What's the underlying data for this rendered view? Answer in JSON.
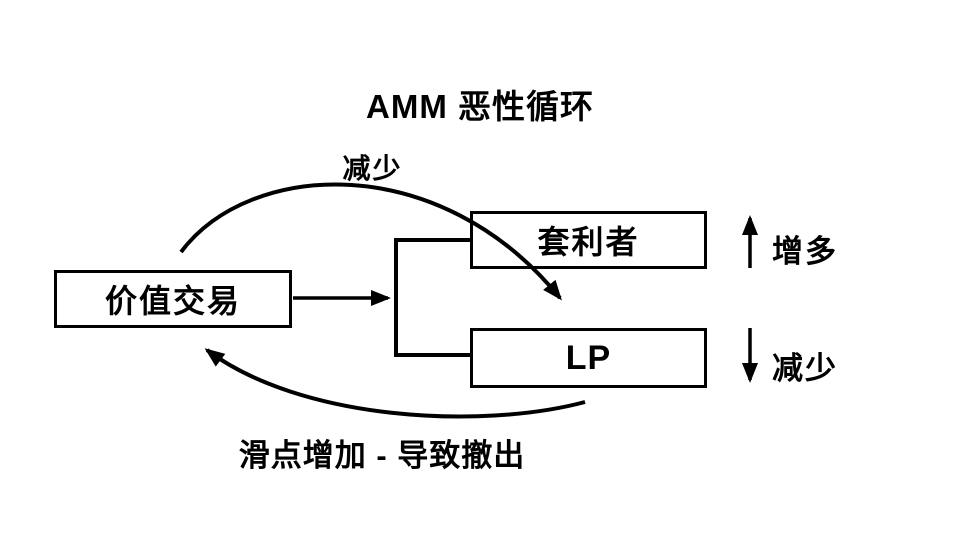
{
  "title": "AMM 恶性循环",
  "nodes": {
    "value_trade": {
      "label": "价值交易"
    },
    "arbitrageur": {
      "label": "套利者"
    },
    "lp": {
      "label": "LP"
    }
  },
  "edges": {
    "top_curve": {
      "label": "减少",
      "from": "价值交易",
      "to": "LP"
    },
    "bottom_curve": {
      "label": "滑点增加 - 导致撤出",
      "from": "LP",
      "to": "价值交易"
    }
  },
  "indicators": {
    "arbitrageur": {
      "icon": "up-arrow-icon",
      "label": "增多"
    },
    "lp": {
      "icon": "down-arrow-icon",
      "label": "减少"
    }
  },
  "colors": {
    "ink": "#000000",
    "background": "#ffffff"
  }
}
